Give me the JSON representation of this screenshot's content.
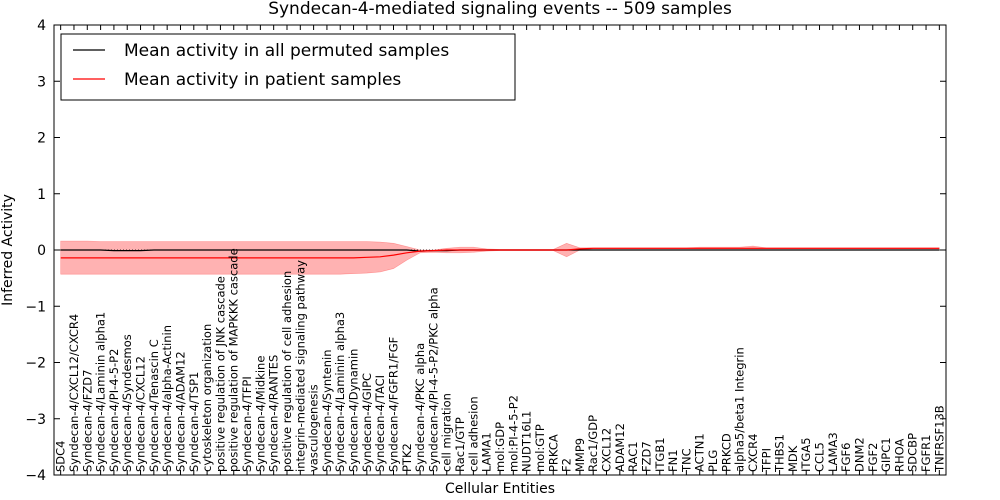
{
  "chart_data": {
    "type": "line",
    "title": "Syndecan-4-mediated signaling events -- 509 samples",
    "xlabel": "Cellular Entities",
    "ylabel": "Inferred Activity",
    "ylim": [
      -4,
      4
    ],
    "yticks": [
      -4,
      -3,
      -2,
      -1,
      0,
      1,
      2,
      3,
      4
    ],
    "legend_position": "top-left",
    "categories": [
      "SDC4",
      "Syndecan-4/CXCL12/CXCR4",
      "Syndecan-4/FZD7",
      "Syndecan-4/Laminin alpha1",
      "Syndecan-4/PI-4-5-P2",
      "Syndecan-4/Syndesmos",
      "Syndecan-4/CXCL12",
      "Syndecan-4/Tenascin C",
      "Syndecan-4/alpha-Actinin",
      "Syndecan-4/ADAM12",
      "Syndecan-4/TSP1",
      "cytoskeleton organization",
      "positive regulation of JNK cascade",
      "positive regulation of MAPKKK cascade",
      "Syndecan-4/TFPI",
      "Syndecan-4/Midkine",
      "Syndecan-4/RANTES",
      "positive regulation of cell adhesion",
      "integrin-mediated signaling pathway",
      "vasculogenesis",
      "Syndecan-4/Syntenin",
      "Syndecan-4/Laminin alpha3",
      "Syndecan-4/Dynamin",
      "Syndecan-4/GIPC",
      "Syndecan-4/TACI",
      "Syndecan-4/FGFR1/FGF",
      "PTK2",
      "Syndecan-4/PKC alpha",
      "Syndecan-4/PI-4-5-P2/PKC alpha",
      "cell migration",
      "Rac1/GTP",
      "cell adhesion",
      "LAMA1",
      "mol:GDP",
      "mol:PI-4-5-P2",
      "NUDT16L1",
      "mol:GTP",
      "PRKCA",
      "F2",
      "MMP9",
      "Rac1/GDP",
      "CXCL12",
      "ADAM12",
      "RAC1",
      "FZD7",
      "ITGB1",
      "FN1",
      "TNC",
      "ACTN1",
      "PLG",
      "PRKCD",
      "alpha5/beta1 Integrin",
      "CXCR4",
      "TFPI",
      "THBS1",
      "MDK",
      "ITGA5",
      "CCL5",
      "LAMA3",
      "FGF6",
      "DNM2",
      "FGF2",
      "GIPC1",
      "RHOA",
      "SDCBP",
      "FGFR1",
      "TNFRSF13B"
    ],
    "series": [
      {
        "name": "Mean activity in all permuted samples",
        "color": "#000000",
        "values": [
          0.0,
          0.0,
          0.0,
          0.0,
          -0.01,
          -0.01,
          -0.01,
          0.0,
          0.0,
          0.0,
          0.0,
          0.0,
          0.0,
          0.0,
          0.0,
          0.0,
          0.0,
          0.0,
          0.0,
          0.0,
          0.0,
          0.0,
          0.0,
          0.0,
          0.0,
          0.0,
          0.0,
          -0.02,
          -0.01,
          -0.01,
          0.0,
          0.0,
          0.0,
          0.0,
          0.0,
          0.0,
          0.0,
          0.0,
          0.0,
          0.0,
          0.0,
          0.0,
          0.0,
          0.0,
          0.0,
          0.0,
          0.0,
          0.0,
          0.0,
          0.0,
          0.0,
          0.0,
          0.0,
          0.0,
          0.0,
          0.0,
          0.0,
          0.0,
          0.0,
          0.0,
          0.0,
          0.0,
          0.0,
          0.0,
          0.0,
          0.0,
          0.0
        ]
      },
      {
        "name": "Mean activity in patient samples",
        "color": "#ff0000",
        "fill_color": "#ff0000",
        "values": [
          -0.14,
          -0.14,
          -0.14,
          -0.14,
          -0.14,
          -0.14,
          -0.14,
          -0.14,
          -0.14,
          -0.14,
          -0.14,
          -0.14,
          -0.14,
          -0.14,
          -0.14,
          -0.14,
          -0.14,
          -0.14,
          -0.14,
          -0.14,
          -0.14,
          -0.14,
          -0.14,
          -0.13,
          -0.12,
          -0.09,
          -0.05,
          -0.02,
          -0.01,
          0.0,
          0.0,
          0.0,
          0.0,
          0.0,
          0.0,
          0.0,
          0.0,
          0.0,
          0.0,
          0.02,
          0.03,
          0.03,
          0.03,
          0.03,
          0.03,
          0.03,
          0.03,
          0.03,
          0.03,
          0.03,
          0.03,
          0.03,
          0.03,
          0.03,
          0.03,
          0.03,
          0.03,
          0.03,
          0.03,
          0.03,
          0.03,
          0.03,
          0.03,
          0.03,
          0.03,
          0.03,
          0.03
        ],
        "band_upper": [
          0.16,
          0.16,
          0.16,
          0.15,
          0.15,
          0.15,
          0.15,
          0.15,
          0.15,
          0.15,
          0.15,
          0.15,
          0.15,
          0.15,
          0.15,
          0.15,
          0.15,
          0.15,
          0.15,
          0.15,
          0.15,
          0.15,
          0.15,
          0.15,
          0.14,
          0.12,
          0.06,
          0.0,
          0.0,
          0.03,
          0.05,
          0.05,
          0.02,
          0.01,
          0.01,
          0.01,
          0.01,
          0.01,
          0.12,
          0.04,
          0.04,
          0.04,
          0.04,
          0.04,
          0.04,
          0.04,
          0.04,
          0.04,
          0.05,
          0.05,
          0.05,
          0.05,
          0.07,
          0.04,
          0.04,
          0.04,
          0.04,
          0.04,
          0.04,
          0.04,
          0.04,
          0.04,
          0.04,
          0.04,
          0.04,
          0.04,
          0.04
        ],
        "band_lower": [
          -0.43,
          -0.43,
          -0.43,
          -0.43,
          -0.43,
          -0.43,
          -0.43,
          -0.43,
          -0.43,
          -0.43,
          -0.43,
          -0.43,
          -0.43,
          -0.43,
          -0.43,
          -0.43,
          -0.43,
          -0.43,
          -0.43,
          -0.43,
          -0.43,
          -0.43,
          -0.42,
          -0.41,
          -0.39,
          -0.33,
          -0.18,
          -0.05,
          -0.04,
          -0.05,
          -0.05,
          -0.04,
          -0.02,
          -0.01,
          -0.01,
          -0.01,
          -0.01,
          -0.01,
          -0.12,
          0.0,
          0.02,
          0.02,
          0.02,
          0.02,
          0.02,
          0.02,
          0.02,
          0.02,
          0.02,
          0.02,
          0.02,
          0.02,
          0.02,
          0.02,
          0.02,
          0.02,
          0.02,
          0.02,
          0.02,
          0.02,
          0.02,
          0.02,
          0.02,
          0.02,
          0.02,
          0.02,
          0.02
        ]
      }
    ],
    "reference_line": {
      "y": 0,
      "style": "dotted"
    },
    "grid": false
  }
}
